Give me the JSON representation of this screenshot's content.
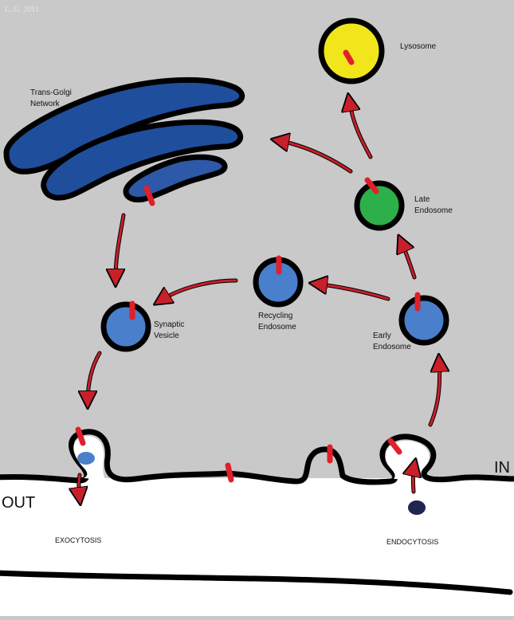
{
  "watermark": "L. G. 2011",
  "labels": {
    "lysosome": "Lysosome",
    "trans_golgi_line1": "Trans-Golgi",
    "trans_golgi_line2": "Network",
    "late_endosome_line1": "Late",
    "late_endosome_line2": "Endosome",
    "recycling_endosome_line1": "Recycling",
    "recycling_endosome_line2": "Endosome",
    "synaptic_vesicle_line1": "Synaptic",
    "synaptic_vesicle_line2": "Vesicle",
    "early_endosome_line1": "Early",
    "early_endosome_line2": "Endosome",
    "exocytosis": "EXOCYTOSIS",
    "endocytosis": "ENDOCYTOSIS",
    "in": "IN",
    "out": "OUT"
  },
  "colors": {
    "background_inside": "#c9c9c9",
    "background_outside": "#ffffff",
    "membrane": "#000000",
    "protein_marker": "#e0202a",
    "arrow": "#c8202a",
    "golgi_blue": "#1f4e9c",
    "vesicle_blue": "#4a7fcb",
    "late_endosome_green": "#2db04a",
    "lysosome_yellow": "#f1e51c",
    "ligand_navy": "#1e2550"
  }
}
